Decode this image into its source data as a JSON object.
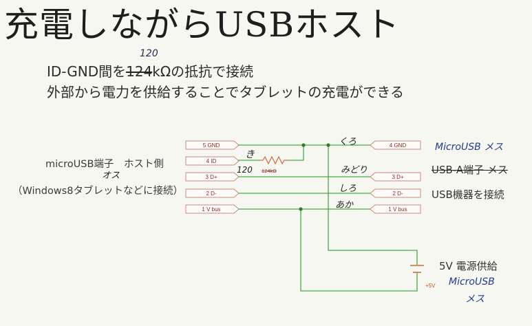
{
  "title": "充電しながらUSBホスト",
  "notes": {
    "line1_prefix": "ID-GND間を",
    "line1_struck": "124",
    "line1_suffix": "kΩの抵抗で接続",
    "line1_handwritten": "120",
    "line2": "外部から電力を供給することでタブレットの充電ができる"
  },
  "left_labels": {
    "main": "microUSB端子　ホスト側",
    "handwritten": "オス",
    "sub": "（Windows8タブレットなどに接続）"
  },
  "left_pins": [
    "5 GND",
    "4 ID",
    "3 D+",
    "2 D-",
    "1 V bus"
  ],
  "right_pins": [
    "4 GND",
    "3 D+",
    "2 D-",
    "1 V bus"
  ],
  "resistor_label": "124kΩ",
  "resistor_handwritten": "120",
  "wire_notes": {
    "id": "き",
    "gnd": "くろ",
    "dplus": "みどり",
    "dminus": "しろ",
    "vbus": "あか"
  },
  "right_labels": {
    "handwritten_top": "MicroUSB メス",
    "struck": "USB-A端子 メス",
    "device": "USB機器を接続"
  },
  "power": {
    "label": "5V 電源供給",
    "plus": "+5V",
    "handwritten1": "MicroUSB",
    "handwritten2": "メス"
  }
}
